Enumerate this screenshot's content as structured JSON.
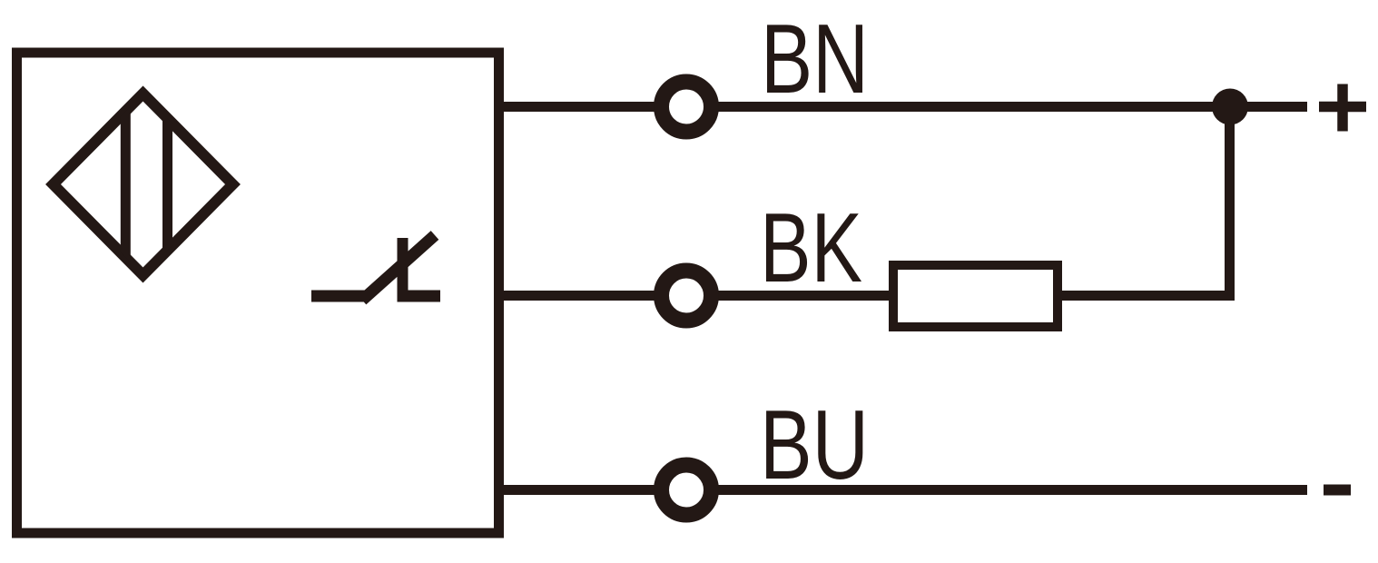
{
  "diagram": {
    "kind": "sensor-wiring-diagram",
    "line_color": "#231815",
    "background_color": "#ffffff",
    "wire_labels": {
      "top": "BN",
      "middle": "BK",
      "bottom": "BU"
    },
    "terminals": {
      "positive": "+",
      "negative": "-"
    },
    "symbols": {
      "sensor": "inductive-proximity-sensor-diamond",
      "contact": "normally-open-contact",
      "load": "load-resistor",
      "terminal": "ring-terminal",
      "junction": "junction-dot"
    }
  }
}
